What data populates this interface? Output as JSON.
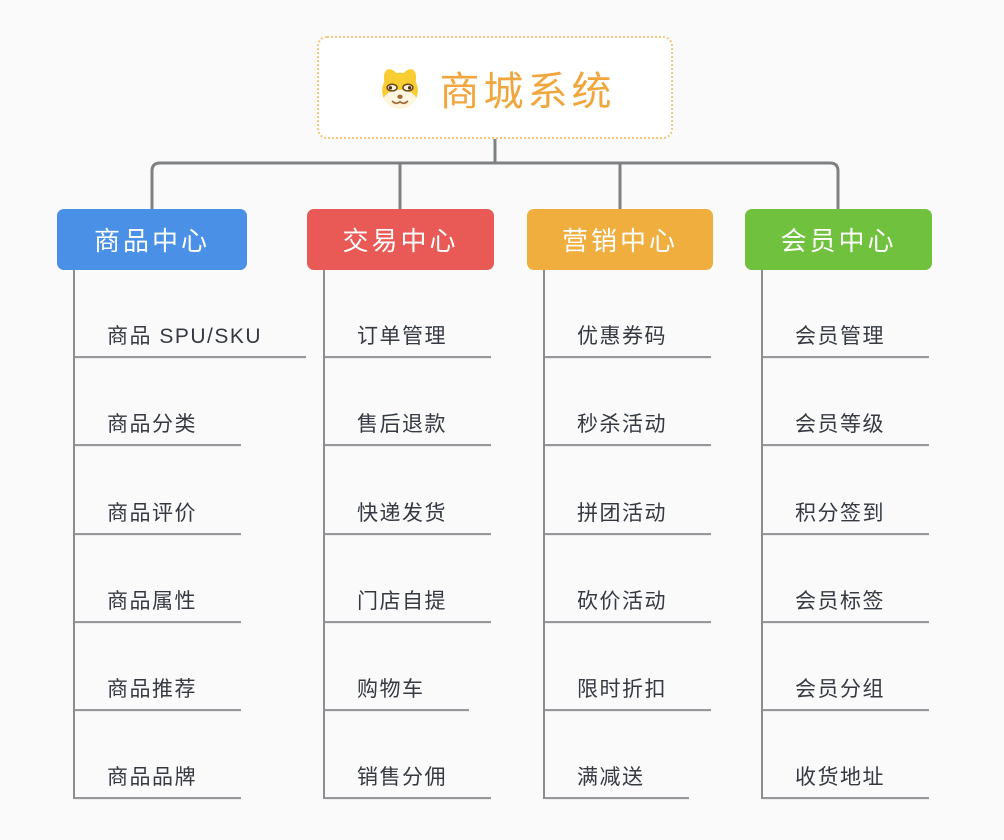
{
  "root": {
    "title": "商城系统",
    "icon": "dog-face-icon",
    "accent": "#F0A63D"
  },
  "branches": [
    {
      "label": "商品中心",
      "color": "#4A90E6",
      "items": [
        "商品 SPU/SKU",
        "商品分类",
        "商品评价",
        "商品属性",
        "商品推荐",
        "商品品牌"
      ]
    },
    {
      "label": "交易中心",
      "color": "#E95955",
      "items": [
        "订单管理",
        "售后退款",
        "快递发货",
        "门店自提",
        "购物车",
        "销售分佣"
      ]
    },
    {
      "label": "营销中心",
      "color": "#F0AE3E",
      "items": [
        "优惠券码",
        "秒杀活动",
        "拼团活动",
        "砍价活动",
        "限时折扣",
        "满减送"
      ]
    },
    {
      "label": "会员中心",
      "color": "#70C13E",
      "items": [
        "会员管理",
        "会员等级",
        "积分签到",
        "会员标签",
        "会员分组",
        "收货地址"
      ]
    }
  ],
  "connector_color": "#7E8184"
}
